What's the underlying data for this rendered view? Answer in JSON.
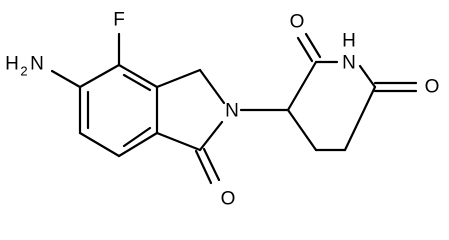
{
  "structure": {
    "atoms": {
      "f": "F",
      "amino_h": "H",
      "amino_sub": "2",
      "amino_n": "N",
      "ring_n": "N",
      "imide_h": "H",
      "imide_n": "N",
      "o_lactam": "O",
      "o_upper": "O",
      "o_right": "O"
    }
  },
  "colors": {
    "line": "#000000",
    "background": "#ffffff"
  }
}
